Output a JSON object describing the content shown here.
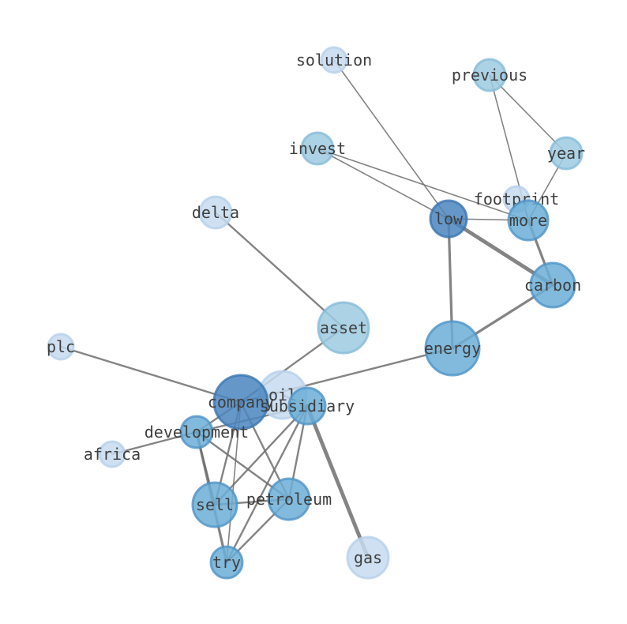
{
  "colors": {
    "edge": "#6e6e6e",
    "node_light": "#c6dbef",
    "node_mid": "#9ecae1",
    "node_blue": "#6baed6",
    "node_dark": "#4a86c0",
    "label": "#3f3f3f"
  },
  "nodes": [
    {
      "id": "solution",
      "label": "solution",
      "tone": "light"
    },
    {
      "id": "previous",
      "label": "previous",
      "tone": "mid"
    },
    {
      "id": "year",
      "label": "year",
      "tone": "mid"
    },
    {
      "id": "invest",
      "label": "invest",
      "tone": "mid"
    },
    {
      "id": "footprint",
      "label": "footprint",
      "tone": "light"
    },
    {
      "id": "low",
      "label": "low",
      "tone": "dark"
    },
    {
      "id": "more",
      "label": "more",
      "tone": "blue"
    },
    {
      "id": "delta",
      "label": "delta",
      "tone": "light"
    },
    {
      "id": "carbon",
      "label": "carbon",
      "tone": "blue"
    },
    {
      "id": "asset",
      "label": "asset",
      "tone": "mid"
    },
    {
      "id": "plc",
      "label": "plc",
      "tone": "light"
    },
    {
      "id": "energy",
      "label": "energy",
      "tone": "blue"
    },
    {
      "id": "oil",
      "label": "oil",
      "tone": "light"
    },
    {
      "id": "company",
      "label": "company",
      "tone": "dark"
    },
    {
      "id": "subsidiary",
      "label": "subsidiary",
      "tone": "blue"
    },
    {
      "id": "development",
      "label": "development",
      "tone": "blue"
    },
    {
      "id": "africa",
      "label": "africa",
      "tone": "light"
    },
    {
      "id": "sell",
      "label": "sell",
      "tone": "blue"
    },
    {
      "id": "petroleum",
      "label": "petroleum",
      "tone": "blue"
    },
    {
      "id": "gas",
      "label": "gas",
      "tone": "light"
    },
    {
      "id": "try",
      "label": "try",
      "tone": "blue"
    }
  ],
  "edges": [
    {
      "source": "solution",
      "target": "low",
      "weight": 1
    },
    {
      "source": "previous",
      "target": "year",
      "weight": 1
    },
    {
      "source": "previous",
      "target": "more",
      "weight": 1
    },
    {
      "source": "year",
      "target": "more",
      "weight": 1
    },
    {
      "source": "invest",
      "target": "low",
      "weight": 1
    },
    {
      "source": "invest",
      "target": "more",
      "weight": 1
    },
    {
      "source": "low",
      "target": "more",
      "weight": 1
    },
    {
      "source": "low",
      "target": "carbon",
      "weight": 3
    },
    {
      "source": "low",
      "target": "energy",
      "weight": 2
    },
    {
      "source": "more",
      "target": "carbon",
      "weight": 2
    },
    {
      "source": "energy",
      "target": "carbon",
      "weight": 2
    },
    {
      "source": "delta",
      "target": "asset",
      "weight": 1.5
    },
    {
      "source": "asset",
      "target": "company",
      "weight": 1.5
    },
    {
      "source": "plc",
      "target": "company",
      "weight": 1.5
    },
    {
      "source": "energy",
      "target": "company",
      "weight": 1.5
    },
    {
      "source": "company",
      "target": "development",
      "weight": 1.5
    },
    {
      "source": "company",
      "target": "sell",
      "weight": 1.5
    },
    {
      "source": "company",
      "target": "petroleum",
      "weight": 1.5
    },
    {
      "source": "company",
      "target": "try",
      "weight": 1
    },
    {
      "source": "oil",
      "target": "subsidiary",
      "weight": 1.5
    },
    {
      "source": "subsidiary",
      "target": "development",
      "weight": 1.5
    },
    {
      "source": "subsidiary",
      "target": "sell",
      "weight": 1.5
    },
    {
      "source": "subsidiary",
      "target": "petroleum",
      "weight": 1.5
    },
    {
      "source": "subsidiary",
      "target": "gas",
      "weight": 3
    },
    {
      "source": "subsidiary",
      "target": "try",
      "weight": 1.5
    },
    {
      "source": "development",
      "target": "africa",
      "weight": 1.5
    },
    {
      "source": "development",
      "target": "sell",
      "weight": 1.5
    },
    {
      "source": "development",
      "target": "try",
      "weight": 2
    },
    {
      "source": "development",
      "target": "petroleum",
      "weight": 1.5
    },
    {
      "source": "sell",
      "target": "petroleum",
      "weight": 1.5
    },
    {
      "source": "petroleum",
      "target": "try",
      "weight": 1.5
    }
  ]
}
